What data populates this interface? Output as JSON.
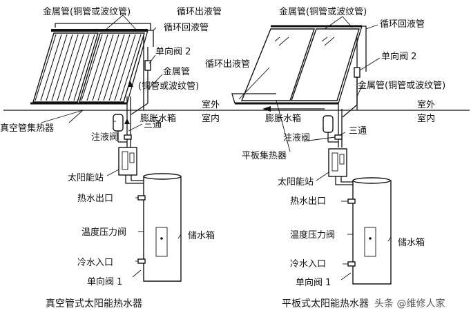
{
  "left": {
    "labels": {
      "metal_pipe_top": "金属管(铜管或波纹管)",
      "loop_out": "循环出液管",
      "loop_return": "循环回液管",
      "check_valve_2": "单向阀 2",
      "metal_pipe_mid_1": "金属管",
      "metal_pipe_mid_2": "(铜管或波纹管)",
      "outdoor": "室外",
      "indoor": "室内",
      "expansion_tank": "膨胀水箱",
      "tee": "三通",
      "fill_valve": "注液阀",
      "collector": "真空管集热器",
      "solar_station": "太阳能站",
      "hot_outlet": "热水出口",
      "temp_pressure_valve": "温度压力阀",
      "storage_tank": "储水箱",
      "cold_inlet": "冷水入口",
      "check_valve_1": "单向阀 1"
    },
    "caption": "真空管式太阳能热水器"
  },
  "right": {
    "labels": {
      "metal_pipe_top": "金属管(铜管或波纹管)",
      "loop_return": "循环回液管",
      "check_valve_2": "单向阀 2",
      "loop_out": "循环出液管",
      "metal_pipe_mid": "金属管(铜管或波纹管)",
      "outdoor": "室外",
      "indoor": "室内",
      "expansion_tank": "膨胀水箱",
      "tee": "三通",
      "fill_valve": "注液阀",
      "collector": "平板集热器",
      "solar_station": "太阳能站",
      "hot_outlet": "热水出口",
      "temp_pressure_valve": "温度压力阀",
      "storage_tank": "储水箱",
      "cold_inlet": "冷水入口",
      "check_valve_1": "单向阀 1"
    },
    "caption": "平板式太阳能热水器"
  },
  "watermark": "头条 @维修人家"
}
